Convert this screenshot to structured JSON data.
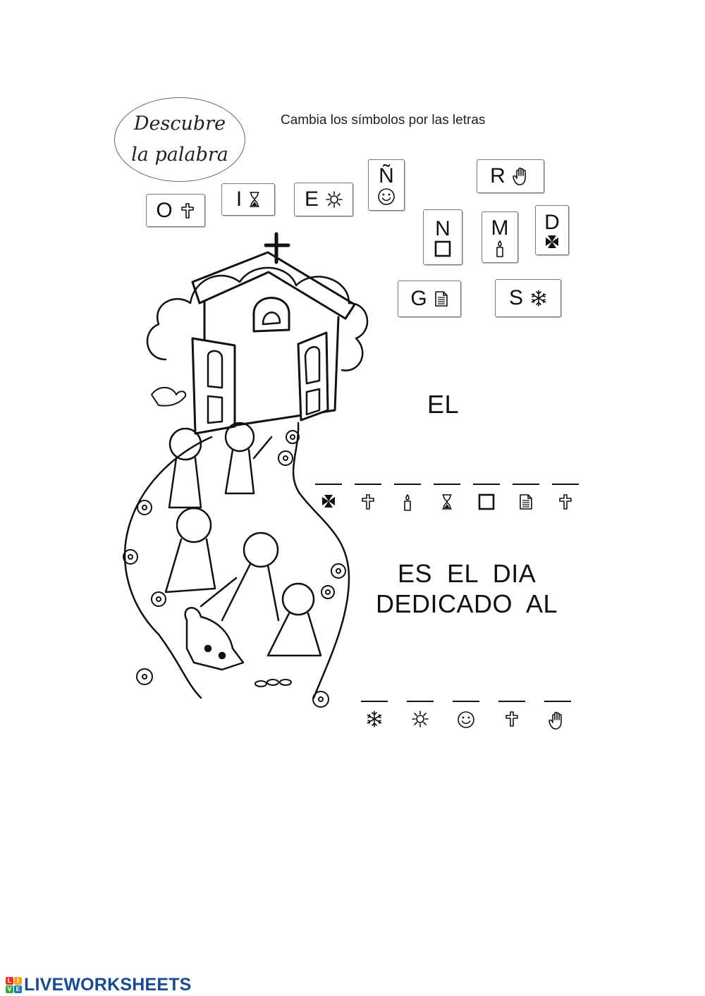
{
  "header": {
    "title_line1": "Descubre",
    "title_line2": "la palabra",
    "instruction": "Cambia los símbolos por las letras"
  },
  "key": [
    {
      "letter": "O",
      "symbol": "cross-icon"
    },
    {
      "letter": "I",
      "symbol": "hourglass-icon"
    },
    {
      "letter": "E",
      "symbol": "sun-icon"
    },
    {
      "letter": "Ñ",
      "symbol": "smiley-icon"
    },
    {
      "letter": "R",
      "symbol": "hand-icon"
    },
    {
      "letter": "N",
      "symbol": "square-icon"
    },
    {
      "letter": "M",
      "symbol": "candle-icon"
    },
    {
      "letter": "D",
      "symbol": "maltese-cross-icon"
    },
    {
      "letter": "G",
      "symbol": "document-icon"
    },
    {
      "letter": "S",
      "symbol": "snowflake-icon"
    }
  ],
  "puzzle1": {
    "text": "EL",
    "symbols": [
      "maltese-cross-icon",
      "cross-icon",
      "candle-icon",
      "hourglass-icon",
      "square-icon",
      "document-icon",
      "cross-icon"
    ]
  },
  "puzzle2": {
    "line1": "ES  EL  DIA",
    "line2": "DEDICADO  AL",
    "symbols": [
      "snowflake-icon",
      "sun-icon",
      "smiley-icon",
      "cross-icon",
      "hand-icon"
    ]
  },
  "footer": {
    "logo_text": "LIVEWORKSHEETS",
    "badge_letters": [
      "L",
      "I",
      "V",
      "E"
    ],
    "badge_colors": [
      "#e5332a",
      "#f5a623",
      "#3aa845",
      "#1b75bc"
    ]
  }
}
